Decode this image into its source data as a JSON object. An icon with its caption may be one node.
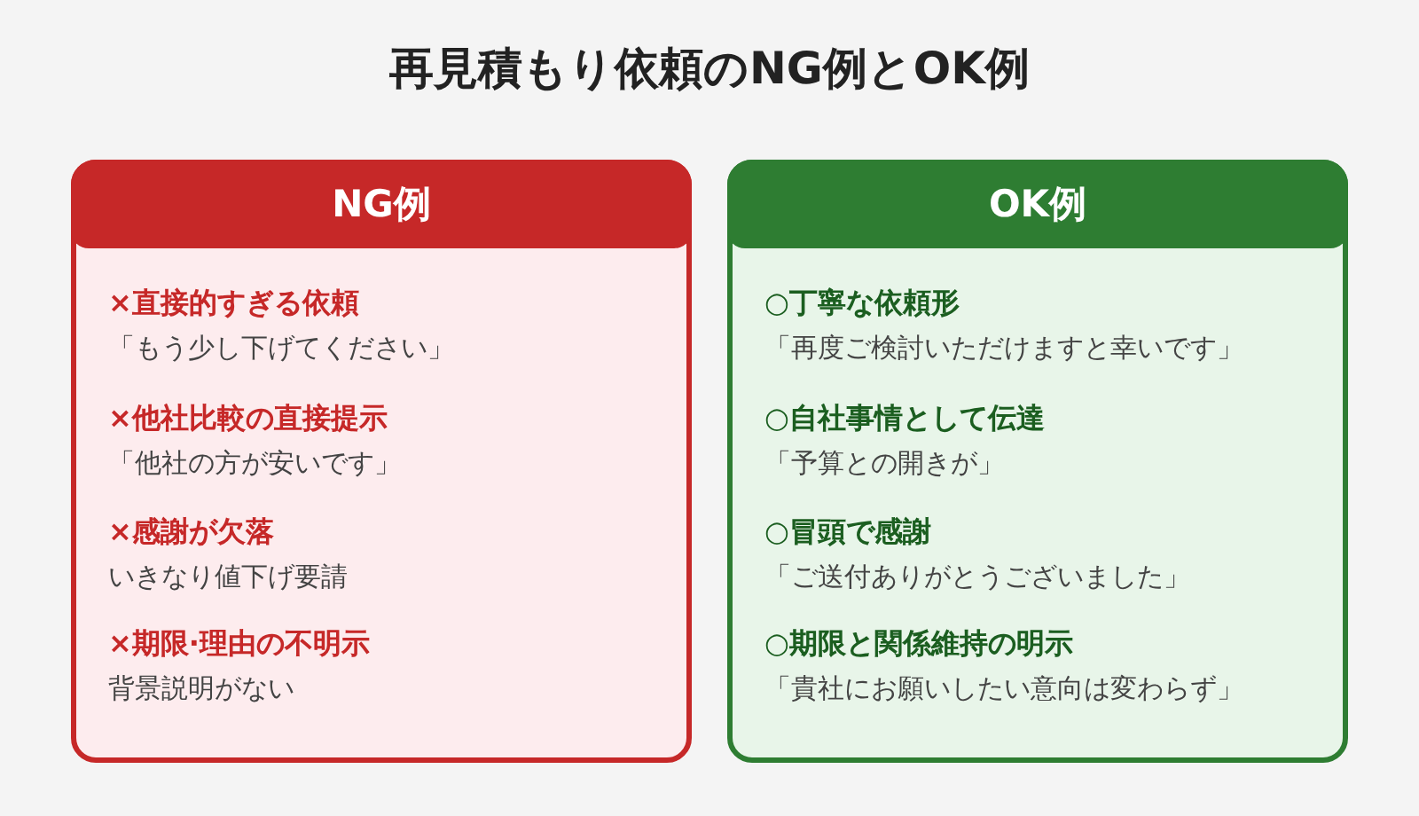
{
  "diagram": {
    "title": "再見積もり依頼のNG例とOK例",
    "nodes": [
      {
        "text": [
          "NG例",
          "×直接的すぎる依頼",
          "「もう少し下げてください」",
          "×他社比較の直接提示",
          "「他社の方が安いです」",
          "×感謝が欠落",
          "いきなり値下げ要請",
          "×期限·理由の不明示",
          "背景説明がない"
        ]
      },
      {
        "text": [
          "OK例",
          "○丁寧な依頼形",
          "「再度ご検討いただけますと幸いです」",
          "○自社事情として伝達",
          "「予算との開きが」",
          "○冒頭で感謝",
          "「ご送付ありがとうございました」",
          "○期限と関係維持の明示",
          "「貴社にお願いしたい意向は変わらず」"
        ]
      }
    ]
  }
}
